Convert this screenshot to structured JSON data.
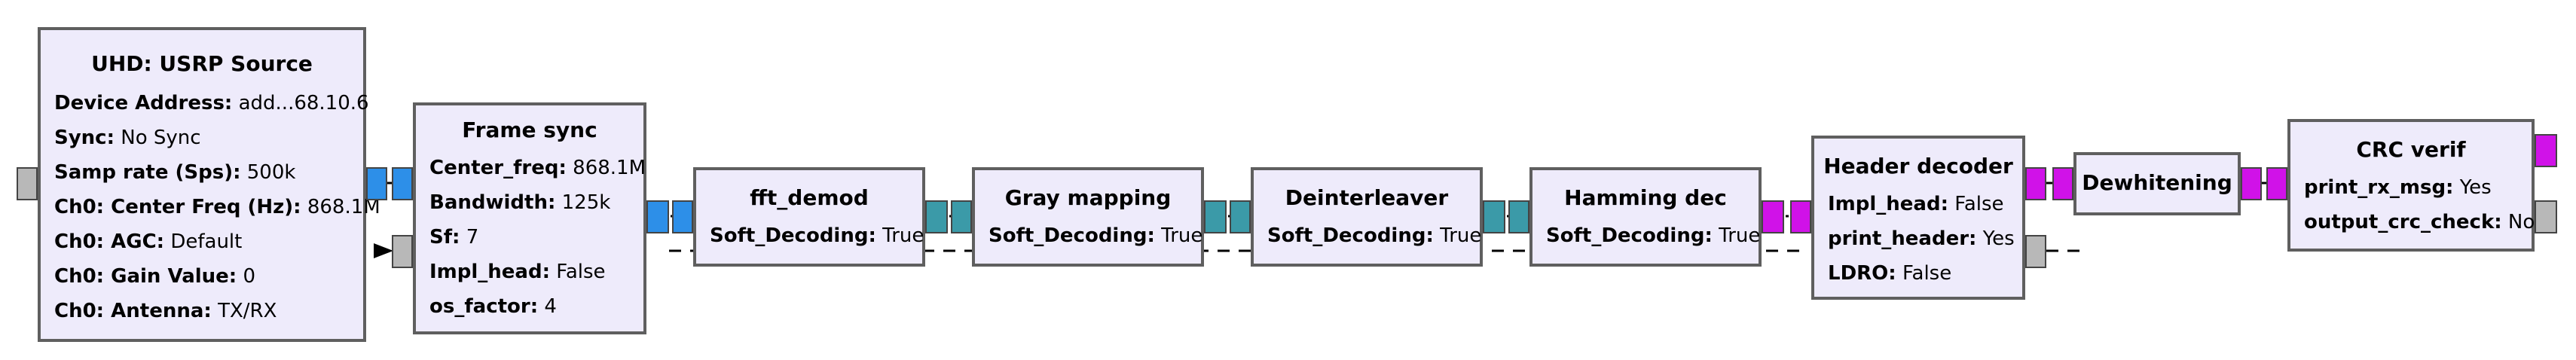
{
  "flowgraph": {
    "blocks": [
      {
        "id": "usrp_source",
        "title": "UHD: USRP Source",
        "params": [
          {
            "key": "Device Address:",
            "value": "add...68.10.6"
          },
          {
            "key": "Sync:",
            "value": "No Sync"
          },
          {
            "key": "Samp rate (Sps):",
            "value": "500k"
          },
          {
            "key": "Ch0: Center Freq (Hz):",
            "value": "868.1M"
          },
          {
            "key": "Ch0: AGC:",
            "value": "Default"
          },
          {
            "key": "Ch0: Gain Value:",
            "value": "0"
          },
          {
            "key": "Ch0: Antenna:",
            "value": "TX/RX"
          }
        ]
      },
      {
        "id": "frame_sync",
        "title": "Frame sync",
        "params": [
          {
            "key": "Center_freq:",
            "value": "868.1M"
          },
          {
            "key": "Bandwidth:",
            "value": "125k"
          },
          {
            "key": "Sf:",
            "value": "7"
          },
          {
            "key": "Impl_head:",
            "value": "False"
          },
          {
            "key": "os_factor:",
            "value": "4"
          }
        ]
      },
      {
        "id": "fft_demod",
        "title": "fft_demod",
        "params": [
          {
            "key": "Soft_Decoding:",
            "value": "True"
          }
        ]
      },
      {
        "id": "gray_mapping",
        "title": "Gray mapping",
        "params": [
          {
            "key": "Soft_Decoding:",
            "value": "True"
          }
        ]
      },
      {
        "id": "deinterleaver",
        "title": "Deinterleaver",
        "params": [
          {
            "key": "Soft_Decoding:",
            "value": "True"
          }
        ]
      },
      {
        "id": "hamming_dec",
        "title": "Hamming dec",
        "params": [
          {
            "key": "Soft_Decoding:",
            "value": "True"
          }
        ]
      },
      {
        "id": "header_decoder",
        "title": "Header decoder",
        "params": [
          {
            "key": "Impl_head:",
            "value": "False"
          },
          {
            "key": "print_header:",
            "value": "Yes"
          },
          {
            "key": "LDRO:",
            "value": "False"
          }
        ]
      },
      {
        "id": "dewhitening",
        "title": "Dewhitening",
        "params": []
      },
      {
        "id": "crc_verif",
        "title": "CRC verif",
        "params": [
          {
            "key": "print_rx_msg:",
            "value": "Yes"
          },
          {
            "key": "output_crc_check:",
            "value": "No"
          }
        ]
      }
    ],
    "colors": {
      "block_fill": "#eeebfb",
      "block_border": "#5f5f5f",
      "port_complex": "#2d8fe8",
      "port_int": "#3b9aa8",
      "port_byte": "#d012e8",
      "port_message": "#b8b8b8"
    }
  }
}
